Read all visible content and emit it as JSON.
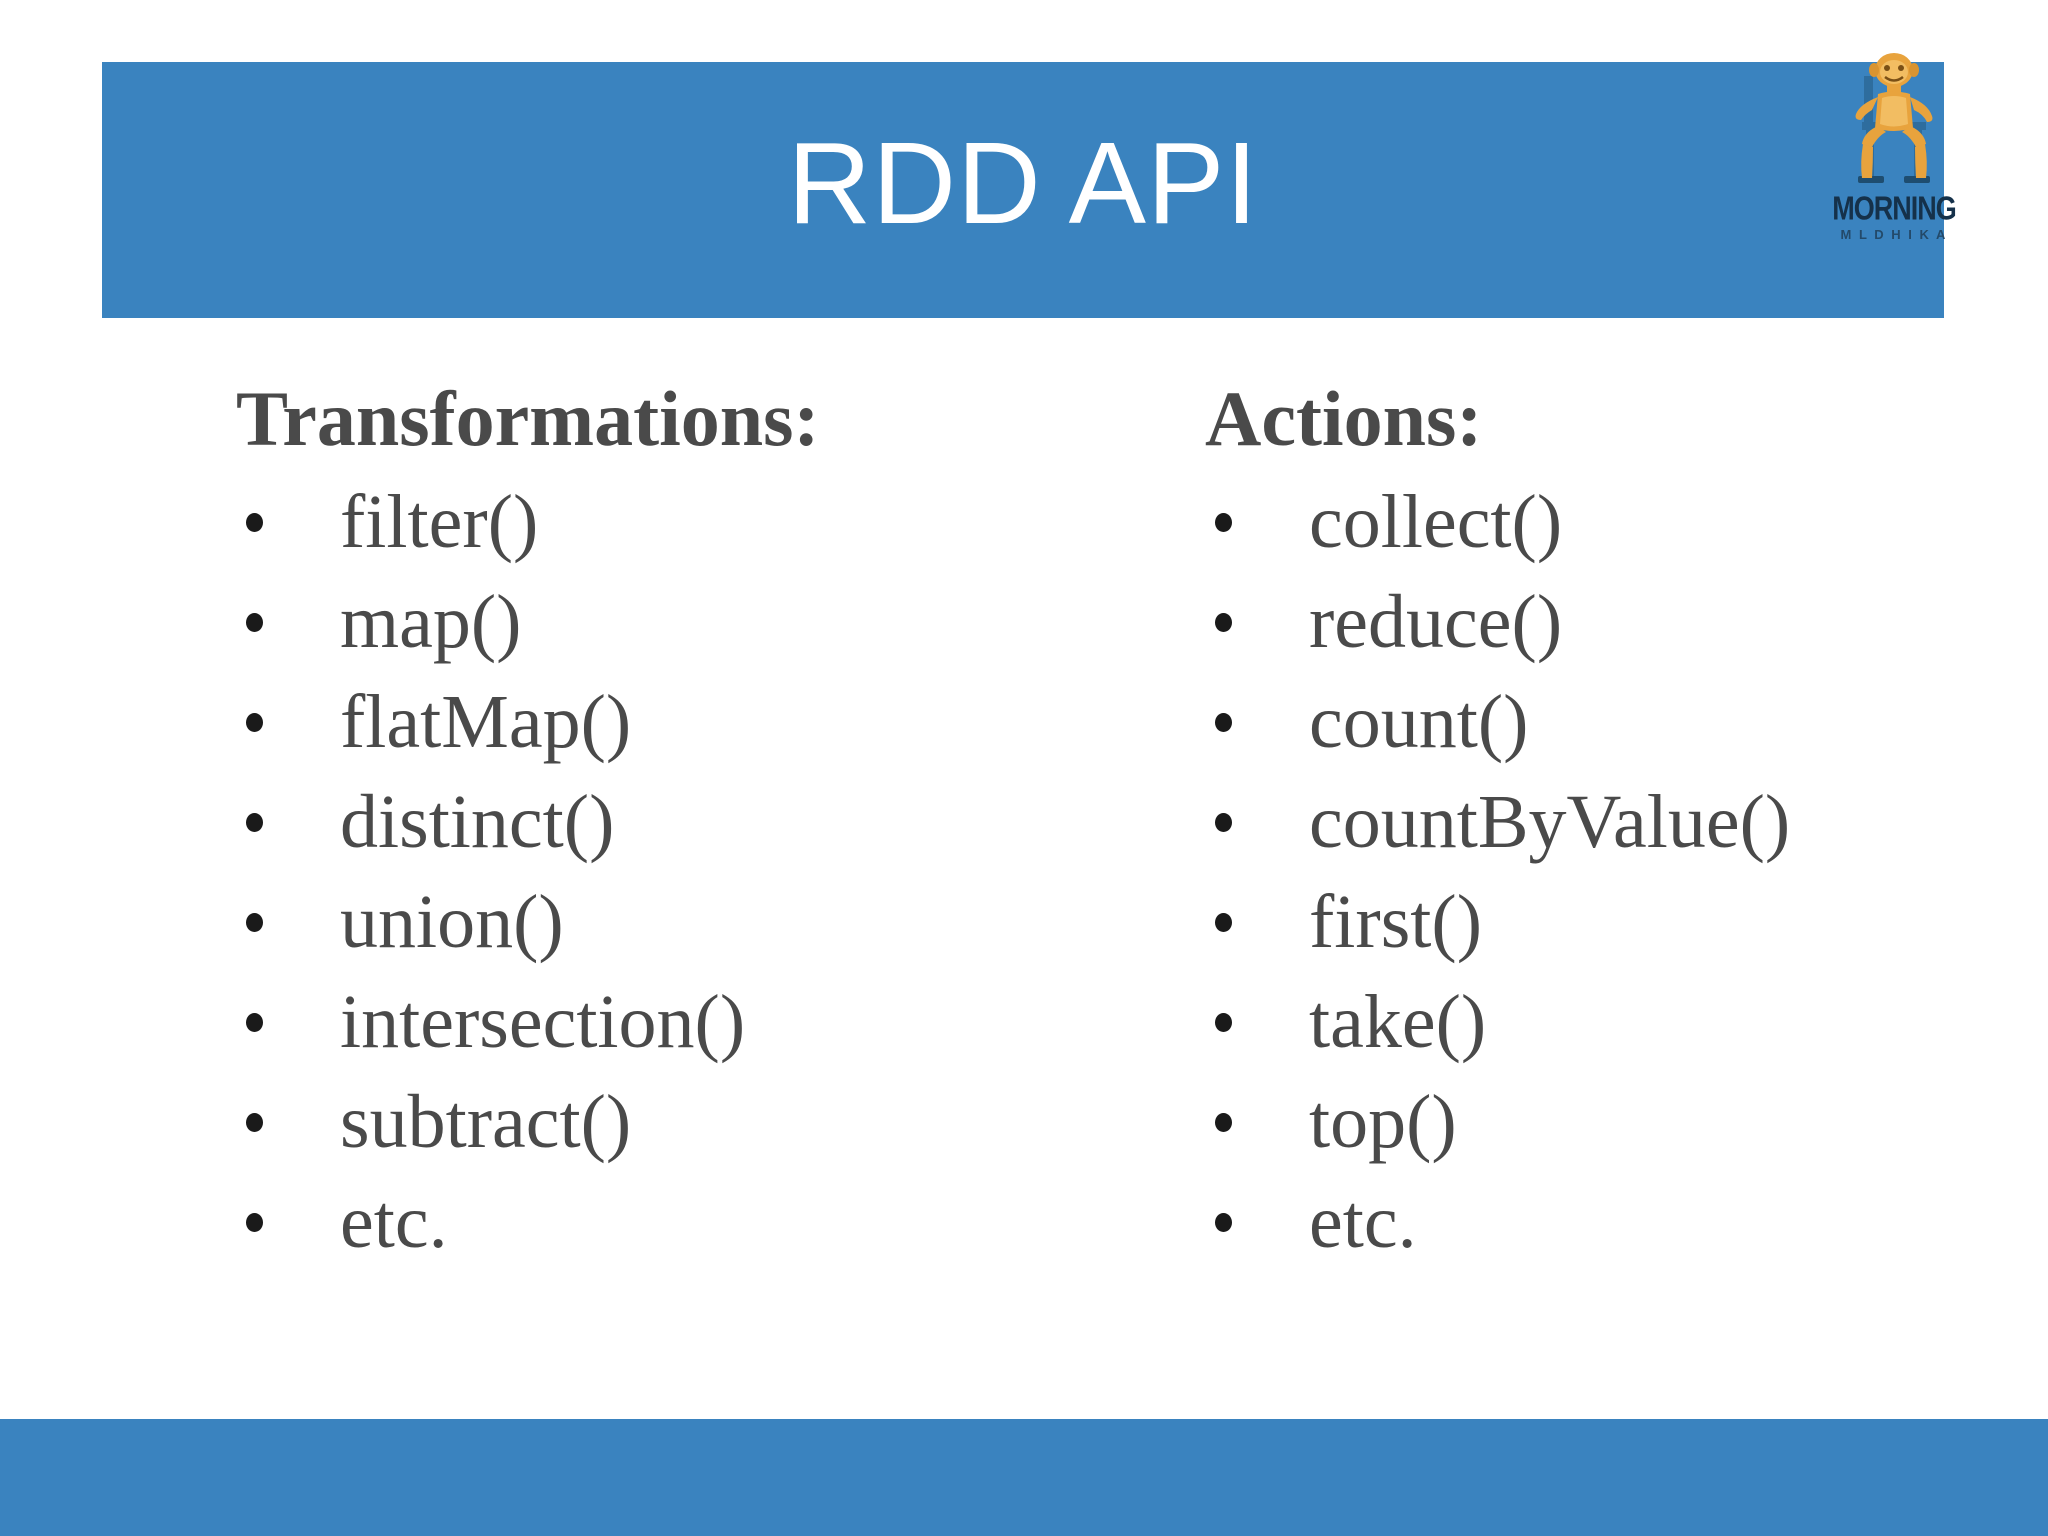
{
  "slide": {
    "title": "RDD API",
    "accent_color": "#3a83bf",
    "text_color": "#4a4a4a",
    "background_color": "#ffffff",
    "title_color": "#ffffff"
  },
  "logo": {
    "wordmark": "MORNING",
    "subwordmark": "M L D H I K A",
    "figure_color": "#e8a33d",
    "wordmark_color": "#15314a"
  },
  "columns": [
    {
      "heading": "Transformations:",
      "items": [
        {
          "label": "filter()"
        },
        {
          "label": "map()"
        },
        {
          "label": "flatMap()"
        },
        {
          "label": "distinct()"
        },
        {
          "label": "union()"
        },
        {
          "label": "intersection()"
        },
        {
          "label": "subtract()"
        },
        {
          "label": "etc."
        }
      ]
    },
    {
      "heading": "Actions:",
      "items": [
        {
          "label": "collect()"
        },
        {
          "label": "reduce()"
        },
        {
          "label": "count()"
        },
        {
          "label": "countByValue()"
        },
        {
          "label": "first()"
        },
        {
          "label": "take()"
        },
        {
          "label": "top()"
        },
        {
          "label": "etc."
        }
      ]
    }
  ]
}
